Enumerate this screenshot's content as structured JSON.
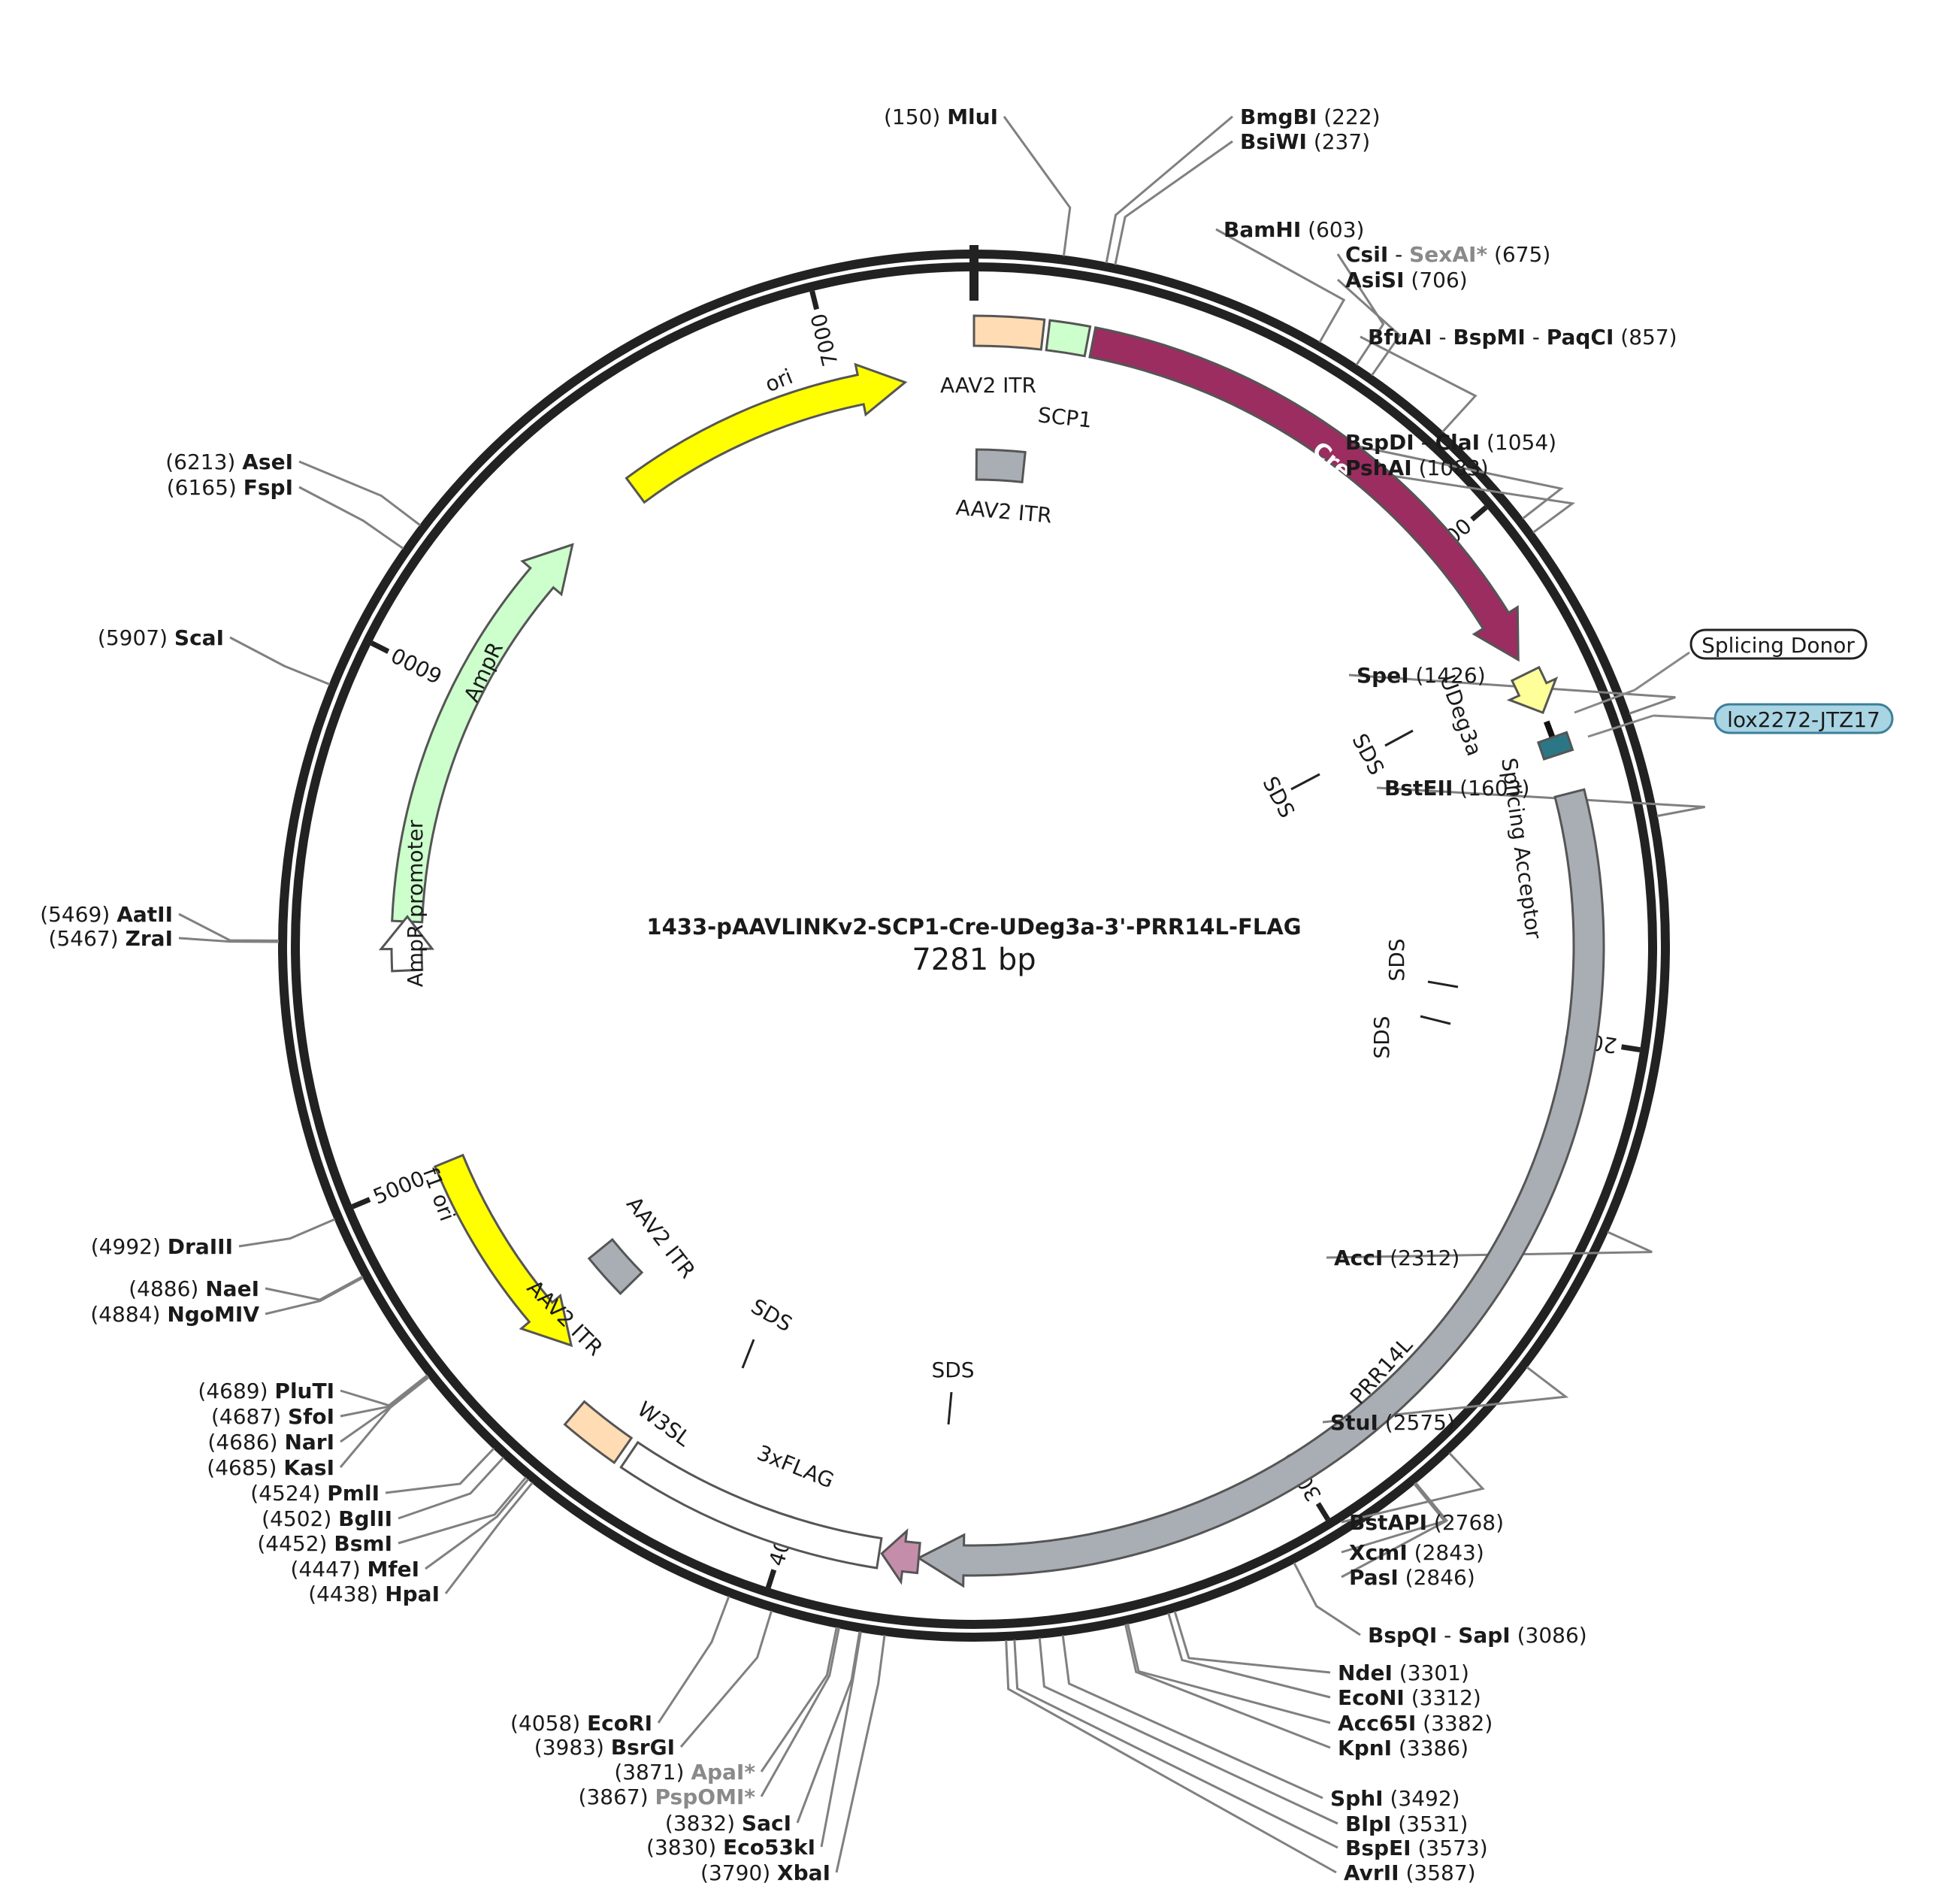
{
  "plasmid": {
    "name": "1433-pAAVLINKv2-SCP1-Cre-UDeg3a-3'-PRR14L-FLAG",
    "length_label": "7281 bp",
    "length_bp": 7281
  },
  "ticks": [
    {
      "pos": 1000,
      "label": "1000"
    },
    {
      "pos": 2000,
      "label": "2000"
    },
    {
      "pos": 3000,
      "label": "3000"
    },
    {
      "pos": 4000,
      "label": "4000"
    },
    {
      "pos": 5000,
      "label": "5000"
    },
    {
      "pos": 6000,
      "label": "6000"
    },
    {
      "pos": 7000,
      "label": "7000"
    }
  ],
  "features": [
    {
      "name": "ori",
      "type": "arrow",
      "start": 6540,
      "end": 7140,
      "dir": 1,
      "color": "#ffff00",
      "label_color": "#1a1a1a",
      "ring": 3
    },
    {
      "name": "AAV2 ITR",
      "type": "box",
      "start": 0,
      "end": 130,
      "color": "#ffdcb4",
      "ring": 1
    },
    {
      "name": "SCP1",
      "type": "box",
      "start": 140,
      "end": 215,
      "color": "#ccffcc",
      "ring": 1
    },
    {
      "name": "Cre",
      "type": "arrow",
      "start": 225,
      "end": 1260,
      "dir": 1,
      "color": "#9b2d61",
      "label_color": "#ffffff",
      "ring": 1
    },
    {
      "name": "AAV2 ITR",
      "type": "box",
      "start": 6,
      "end": 120,
      "color": "#a9aeb5",
      "ring": 5
    },
    {
      "name": "UDeg3a",
      "type": "arrow",
      "start": 1290,
      "end": 1370,
      "dir": 1,
      "color": "#ffff99",
      "ring": 1
    },
    {
      "name": "Splicing Acceptor",
      "type": "line",
      "start": 1388,
      "end": 1445,
      "ring": 1
    },
    {
      "name": "lox2272-JTZ17",
      "type": "box",
      "start": 1420,
      "end": 1454,
      "color": "#2c7785",
      "ring": 1
    },
    {
      "name": "PRR14L",
      "type": "arrow",
      "start": 1530,
      "end": 3745,
      "dir": 1,
      "color": "#a9aeb5",
      "ring": 1
    },
    {
      "name": "3xFLAG",
      "type": "arrow",
      "start": 3745,
      "end": 3815,
      "dir": 1,
      "color": "#c48eab",
      "ring": 1
    },
    {
      "name": "W3SL",
      "type": "box",
      "start": 3820,
      "end": 4330,
      "color": "#ffffff",
      "ring": 2
    },
    {
      "name": "AAV2 ITR",
      "type": "box",
      "start": 4345,
      "end": 4460,
      "color": "#ffdcb4",
      "ring": 2
    },
    {
      "name": "AAV2 ITR",
      "type": "box",
      "start": 4560,
      "end": 4670,
      "color": "#a9aeb5",
      "ring": 6
    },
    {
      "name": "f1 ori",
      "type": "arrow",
      "start": 4555,
      "end": 5010,
      "dir": -1,
      "color": "#ffff00",
      "ring": 3
    },
    {
      "name": "AmpR",
      "type": "arrow",
      "start": 5510,
      "end": 6370,
      "dir": 1,
      "color": "#ccffcc",
      "ring": 3
    },
    {
      "name": "AmpR promoter",
      "type": "arrow",
      "start": 5410,
      "end": 5520,
      "dir": 1,
      "color": "#ffffff",
      "ring": 3
    }
  ],
  "feature_labels": [
    {
      "text": "ori"
    },
    {
      "text": "AAV2 ITR"
    },
    {
      "text": "SCP1"
    },
    {
      "text": "Cre"
    },
    {
      "text": "AAV2 ITR"
    },
    {
      "text": "UDeg3a"
    },
    {
      "text": "Splicing Acceptor"
    },
    {
      "text": "PRR14L"
    },
    {
      "text": "3xFLAG"
    },
    {
      "text": "W3SL"
    },
    {
      "text": "AAV2 ITR"
    },
    {
      "text": "AAV2 ITR"
    },
    {
      "text": "f1 ori"
    },
    {
      "text": "AmpR"
    },
    {
      "text": "AmpR promoter"
    },
    {
      "text": "SDS"
    },
    {
      "text": "SDS"
    },
    {
      "text": "SDS"
    },
    {
      "text": "SDS"
    },
    {
      "text": "SDS"
    },
    {
      "text": "SDS"
    }
  ],
  "callouts": [
    {
      "text": "Splicing Donor",
      "fill": "#ffffff"
    },
    {
      "text": "lox2272-JTZ17",
      "fill": "#a8d4e3"
    }
  ],
  "sites": [
    {
      "pos": 150,
      "names": [
        "MluI"
      ],
      "num": "(150)",
      "side": "L"
    },
    {
      "pos": 222,
      "names": [
        "BmgBI"
      ],
      "num": "(222)",
      "side": "R"
    },
    {
      "pos": 237,
      "names": [
        "BsiWI"
      ],
      "num": "(237)",
      "side": "R"
    },
    {
      "pos": 603,
      "names": [
        "BamHI"
      ],
      "num": "(603)",
      "side": "R"
    },
    {
      "pos": 675,
      "names": [
        "CsiI",
        "SexAI*"
      ],
      "num": "(675)",
      "side": "R",
      "gray": [
        1
      ]
    },
    {
      "pos": 706,
      "names": [
        "AsiSI"
      ],
      "num": "(706)",
      "side": "R"
    },
    {
      "pos": 857,
      "names": [
        "BfuAI",
        "BspMI",
        "PaqCI"
      ],
      "num": "(857)",
      "side": "R"
    },
    {
      "pos": 1054,
      "names": [
        "BspDI",
        "ClaI"
      ],
      "num": "(1054)",
      "side": "R"
    },
    {
      "pos": 1083,
      "names": [
        "PshAI"
      ],
      "num": "(1083)",
      "side": "R"
    },
    {
      "pos": 1426,
      "names": [
        "SpeI"
      ],
      "num": "(1426)",
      "side": "R"
    },
    {
      "pos": 1603,
      "names": [
        "BstEII"
      ],
      "num": "(1603)",
      "side": "R"
    },
    {
      "pos": 2312,
      "names": [
        "AccI"
      ],
      "num": "(2312)",
      "side": "R"
    },
    {
      "pos": 2575,
      "names": [
        "StuI"
      ],
      "num": "(2575)",
      "side": "R"
    },
    {
      "pos": 2768,
      "names": [
        "BstAPI"
      ],
      "num": "(2768)",
      "side": "R"
    },
    {
      "pos": 2843,
      "names": [
        "XcmI"
      ],
      "num": "(2843)",
      "side": "R"
    },
    {
      "pos": 2846,
      "names": [
        "PasI"
      ],
      "num": "(2846)",
      "side": "R"
    },
    {
      "pos": 3086,
      "names": [
        "BspQI",
        "SapI"
      ],
      "num": "(3086)",
      "side": "R"
    },
    {
      "pos": 3301,
      "names": [
        "NdeI"
      ],
      "num": "(3301)",
      "side": "R"
    },
    {
      "pos": 3312,
      "names": [
        "EcoNI"
      ],
      "num": "(3312)",
      "side": "R"
    },
    {
      "pos": 3382,
      "names": [
        "Acc65I"
      ],
      "num": "(3382)",
      "side": "R"
    },
    {
      "pos": 3386,
      "names": [
        "KpnI"
      ],
      "num": "(3386)",
      "side": "R"
    },
    {
      "pos": 3492,
      "names": [
        "SphI"
      ],
      "num": "(3492)",
      "side": "R"
    },
    {
      "pos": 3531,
      "names": [
        "BlpI"
      ],
      "num": "(3531)",
      "side": "R"
    },
    {
      "pos": 3573,
      "names": [
        "BspEI"
      ],
      "num": "(3573)",
      "side": "R"
    },
    {
      "pos": 3587,
      "names": [
        "AvrII"
      ],
      "num": "(3587)",
      "side": "R"
    },
    {
      "pos": 3790,
      "names": [
        "XbaI"
      ],
      "num": "(3790)",
      "side": "L"
    },
    {
      "pos": 3830,
      "names": [
        "Eco53kI"
      ],
      "num": "(3830)",
      "side": "L"
    },
    {
      "pos": 3832,
      "names": [
        "SacI"
      ],
      "num": "(3832)",
      "side": "L"
    },
    {
      "pos": 3867,
      "names": [
        "PspOMI*"
      ],
      "num": "(3867)",
      "side": "L",
      "gray": [
        0
      ]
    },
    {
      "pos": 3871,
      "names": [
        "ApaI*"
      ],
      "num": "(3871)",
      "side": "L",
      "gray": [
        0
      ]
    },
    {
      "pos": 3983,
      "names": [
        "BsrGI"
      ],
      "num": "(3983)",
      "side": "L"
    },
    {
      "pos": 4058,
      "names": [
        "EcoRI"
      ],
      "num": "(4058)",
      "side": "L"
    },
    {
      "pos": 4438,
      "names": [
        "HpaI"
      ],
      "num": "(4438)",
      "side": "L"
    },
    {
      "pos": 4447,
      "names": [
        "MfeI"
      ],
      "num": "(4447)",
      "side": "L"
    },
    {
      "pos": 4452,
      "names": [
        "BsmI"
      ],
      "num": "(4452)",
      "side": "L"
    },
    {
      "pos": 4502,
      "names": [
        "BglII"
      ],
      "num": "(4502)",
      "side": "L"
    },
    {
      "pos": 4524,
      "names": [
        "PmlI"
      ],
      "num": "(4524)",
      "side": "L"
    },
    {
      "pos": 4685,
      "names": [
        "KasI"
      ],
      "num": "(4685)",
      "side": "L"
    },
    {
      "pos": 4686,
      "names": [
        "NarI"
      ],
      "num": "(4686)",
      "side": "L"
    },
    {
      "pos": 4687,
      "names": [
        "SfoI"
      ],
      "num": "(4687)",
      "side": "L"
    },
    {
      "pos": 4689,
      "names": [
        "PluTI"
      ],
      "num": "(4689)",
      "side": "L"
    },
    {
      "pos": 4884,
      "names": [
        "NgoMIV"
      ],
      "num": "(4884)",
      "side": "L"
    },
    {
      "pos": 4886,
      "names": [
        "NaeI"
      ],
      "num": "(4886)",
      "side": "L"
    },
    {
      "pos": 4992,
      "names": [
        "DraIII"
      ],
      "num": "(4992)",
      "side": "L"
    },
    {
      "pos": 5467,
      "names": [
        "ZraI"
      ],
      "num": "(5467)",
      "side": "L"
    },
    {
      "pos": 5469,
      "names": [
        "AatII"
      ],
      "num": "(5469)",
      "side": "L"
    },
    {
      "pos": 5907,
      "names": [
        "ScaI"
      ],
      "num": "(5907)",
      "side": "L"
    },
    {
      "pos": 6165,
      "names": [
        "FspI"
      ],
      "num": "(6165)",
      "side": "L"
    },
    {
      "pos": 6213,
      "names": [
        "AseI"
      ],
      "num": "(6213)",
      "side": "L"
    }
  ]
}
